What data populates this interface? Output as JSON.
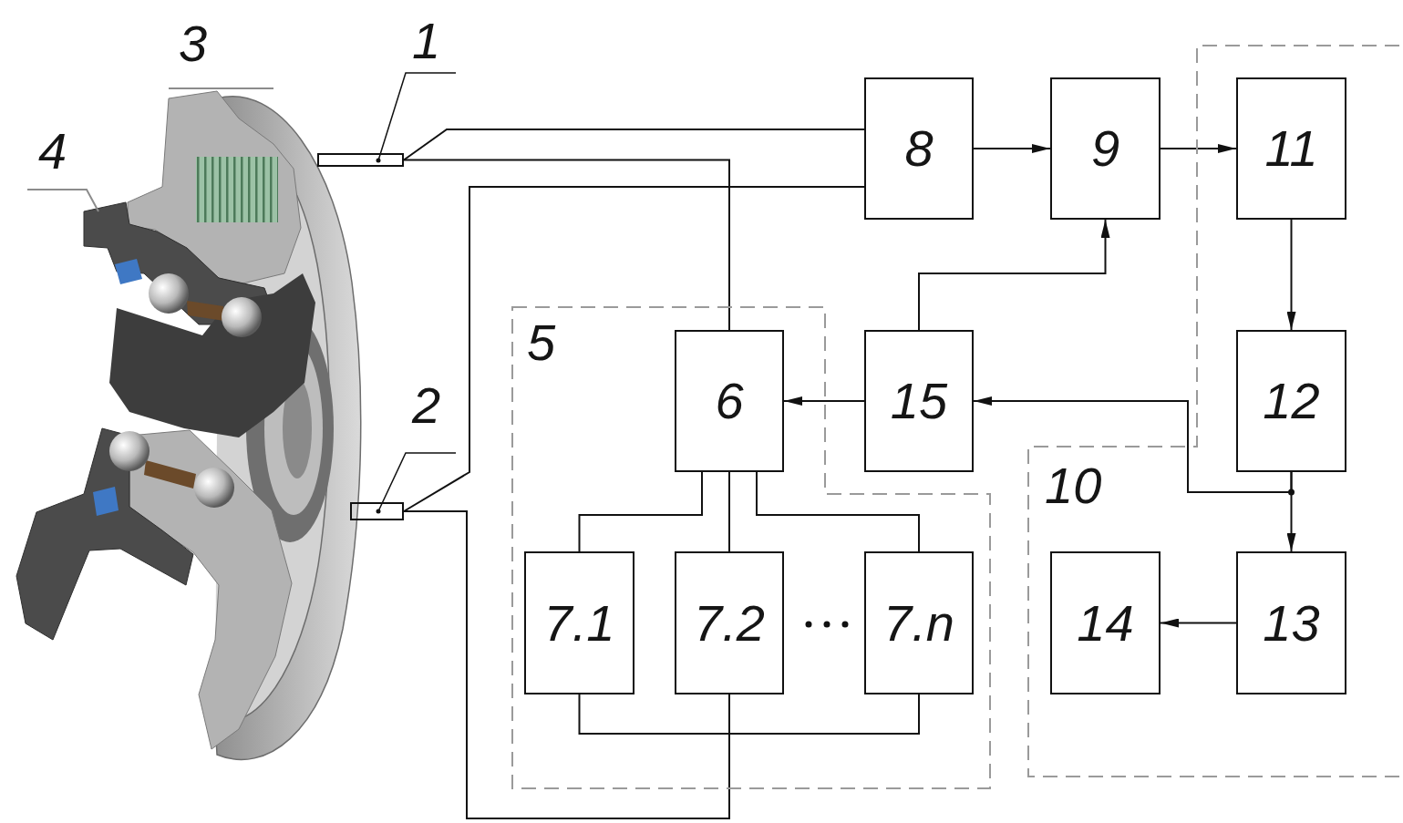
{
  "diagram": {
    "nodes": [
      {
        "text": [
          "1"
        ]
      },
      {
        "text": [
          "2"
        ]
      },
      {
        "text": [
          "8"
        ]
      },
      {
        "text": [
          "9"
        ]
      },
      {
        "text": [
          "5"
        ]
      },
      {
        "text": [
          "6"
        ],
        "in": 4
      },
      {
        "text": [
          "7.1"
        ],
        "in": 4
      },
      {
        "text": [
          "7.2"
        ],
        "in": 4
      },
      {
        "text": [
          "7.n"
        ],
        "in": 4
      },
      {
        "text": [
          "15"
        ]
      },
      {
        "text": [
          "10"
        ]
      },
      {
        "text": [
          "11"
        ],
        "in": 10
      },
      {
        "text": [
          "12"
        ],
        "in": 10
      },
      {
        "text": [
          "13"
        ],
        "in": 10
      },
      {
        "text": [
          "14"
        ],
        "in": 10
      }
    ],
    "edges": [
      {
        "from": 0,
        "to": 2,
        "arrow": "none"
      },
      {
        "from": 0,
        "to": 5,
        "arrow": "none"
      },
      {
        "from": 1,
        "to": 2,
        "arrow": "none"
      },
      {
        "from": 1,
        "to": 6,
        "arrow": "none"
      },
      {
        "from": 1,
        "to": 7,
        "arrow": "none"
      },
      {
        "from": 1,
        "to": 8,
        "arrow": "none"
      },
      {
        "from": 2,
        "to": 3,
        "arrow": "to"
      },
      {
        "from": 3,
        "to": 11,
        "arrow": "to"
      },
      {
        "from": 5,
        "to": 6,
        "arrow": "none"
      },
      {
        "from": 5,
        "to": 7,
        "arrow": "none"
      },
      {
        "from": 5,
        "to": 8,
        "arrow": "none"
      },
      {
        "from": 9,
        "to": 5,
        "arrow": "to"
      },
      {
        "from": 9,
        "to": 3,
        "arrow": "to"
      },
      {
        "from": 11,
        "to": 12,
        "arrow": "to"
      },
      {
        "from": 12,
        "to": 13,
        "arrow": "to"
      },
      {
        "from": 12,
        "to": 9,
        "arrow": "to"
      },
      {
        "from": 13,
        "to": 14,
        "arrow": "to"
      }
    ],
    "labels": [
      "3",
      "4"
    ]
  }
}
